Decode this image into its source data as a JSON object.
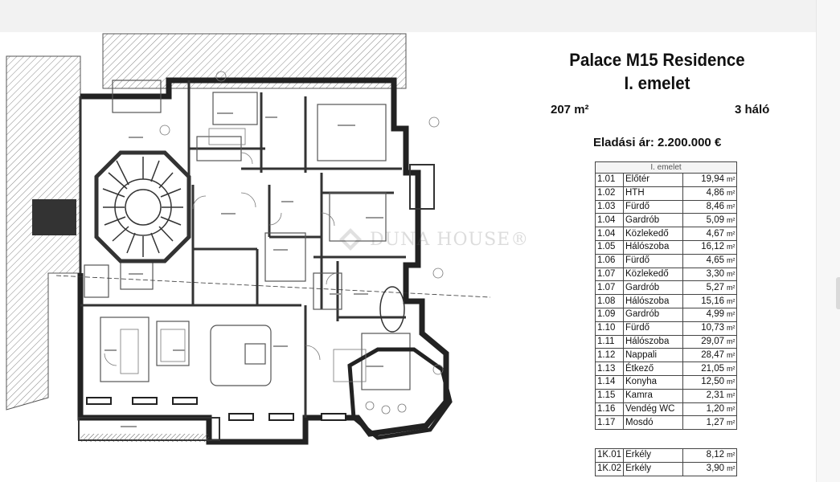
{
  "listing": {
    "title_line1": "Palace M15 Residence",
    "title_line2": "I. emelet",
    "area": "207 m²",
    "bedrooms": "3 háló",
    "price": "Eladási ár: 2.200.000 €"
  },
  "watermark": {
    "text": "DUNA HOUSE®",
    "icon": "duna-house-logo"
  },
  "table": {
    "header": "I. emelet",
    "unit": "m²",
    "rows": [
      {
        "code": "1.01",
        "name": "Előtér",
        "value": "19,94"
      },
      {
        "code": "1.02",
        "name": "HTH",
        "value": "4,86"
      },
      {
        "code": "1.03",
        "name": "Fürdő",
        "value": "8,46"
      },
      {
        "code": "1.04",
        "name": "Gardrób",
        "value": "5,09"
      },
      {
        "code": "1.04",
        "name": "Közlekedő",
        "value": "4,67"
      },
      {
        "code": "1.05",
        "name": "Hálószoba",
        "value": "16,12"
      },
      {
        "code": "1.06",
        "name": "Fürdő",
        "value": "4,65"
      },
      {
        "code": "1.07",
        "name": "Közlekedő",
        "value": "3,30"
      },
      {
        "code": "1.07",
        "name": "Gardrób",
        "value": "5,27"
      },
      {
        "code": "1.08",
        "name": "Hálószoba",
        "value": "15,16"
      },
      {
        "code": "1.09",
        "name": "Gardrób",
        "value": "4,99"
      },
      {
        "code": "1.10",
        "name": "Fürdő",
        "value": "10,73"
      },
      {
        "code": "1.11",
        "name": "Hálószoba",
        "value": "29,07"
      },
      {
        "code": "1.12",
        "name": "Nappali",
        "value": "28,47"
      },
      {
        "code": "1.13",
        "name": "Étkező",
        "value": "21,05"
      },
      {
        "code": "1.14",
        "name": "Konyha",
        "value": "12,50"
      },
      {
        "code": "1.15",
        "name": "Kamra",
        "value": "2,31"
      },
      {
        "code": "1.16",
        "name": "Vendég WC",
        "value": "1,20"
      },
      {
        "code": "1.17",
        "name": "Mosdó",
        "value": "1,27"
      }
    ],
    "balconies": [
      {
        "code": "1K.01",
        "name": "Erkély",
        "value": "8,12"
      },
      {
        "code": "1K.02",
        "name": "Erkély",
        "value": "3,90"
      }
    ]
  }
}
